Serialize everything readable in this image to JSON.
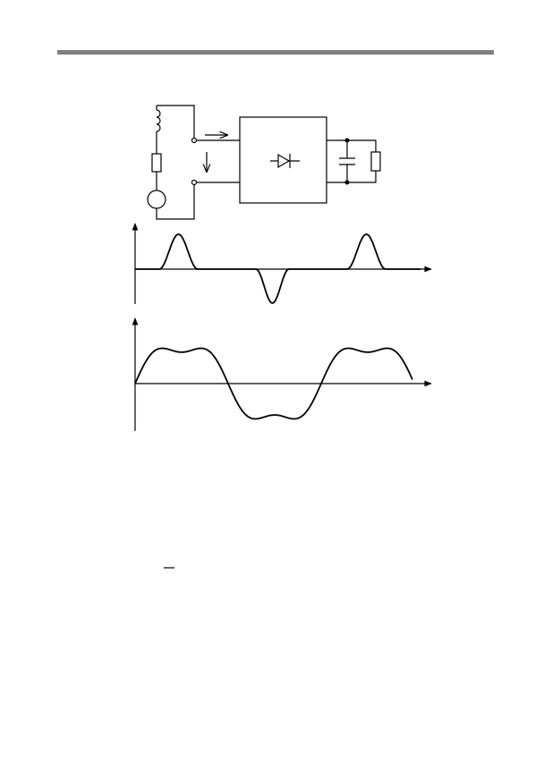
{
  "page": {
    "header_rule": true
  },
  "circuit": {
    "components": [
      "inductor",
      "resistor",
      "ac-source",
      "rectifier-block",
      "diode",
      "capacitor",
      "load-resistor"
    ]
  },
  "waveforms": {
    "current": {
      "description_shape": "pulsed"
    },
    "voltage": {
      "description_shape": "double-humped"
    }
  },
  "footnote": {
    "overbar": true
  }
}
